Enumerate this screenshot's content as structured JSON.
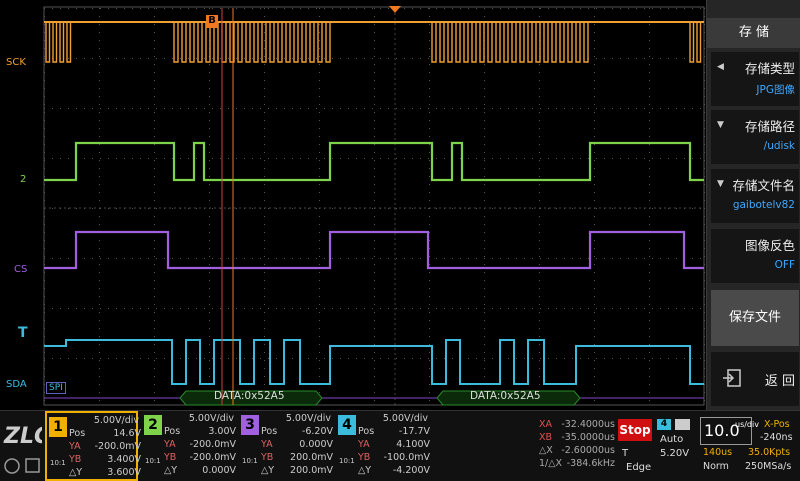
{
  "channels": [
    {
      "label": "SCK",
      "color": "#f0a030"
    },
    {
      "label": "2",
      "color": "#7ed34a"
    },
    {
      "label": "CS",
      "color": "#a060e0"
    },
    {
      "label": "SDA",
      "color": "#3cbcdc"
    }
  ],
  "trigger_label": "T",
  "cursor_label": "B",
  "bus": {
    "label": "SPI",
    "decodes": [
      "DATA:0x52A5",
      "DATA:0x52A5"
    ]
  },
  "menu": {
    "title": "存 储",
    "items": [
      {
        "label": "存储类型",
        "value": "JPG图像"
      },
      {
        "label": "存储路径",
        "value": "/udisk"
      },
      {
        "label": "存储文件名",
        "value": "gaibotelv82"
      },
      {
        "label": "图像反色",
        "value": "OFF"
      }
    ],
    "save": "保存文件",
    "back": "返 回"
  },
  "ch_info": [
    {
      "num": "1",
      "scale": "5.00V/div",
      "pos": "14.6V",
      "ya": "-200.0mV",
      "yb": "3.400V",
      "dy": "3.600V",
      "color": "#f0b000",
      "bw": "10:1"
    },
    {
      "num": "2",
      "scale": "5.00V/div",
      "pos": "3.00V",
      "ya": "-200.0mV",
      "yb": "-200.0mV",
      "dy": "0.000V",
      "color": "#7ed34a",
      "bw": "10:1"
    },
    {
      "num": "3",
      "scale": "5.00V/div",
      "pos": "-6.20V",
      "ya": "0.000V",
      "yb": "200.0mV",
      "dy": "200.0mV",
      "color": "#a060e0",
      "bw": "10:1"
    },
    {
      "num": "4",
      "scale": "5.00V/div",
      "pos": "-17.7V",
      "ya": "4.100V",
      "yb": "-100.0mV",
      "dy": "-4.200V",
      "color": "#3cbcdc",
      "bw": "10:1"
    }
  ],
  "cursors": {
    "xa": "-32.4000us",
    "xb": "-35.0000us",
    "dx": "-2.60000us",
    "freq": "-384.6kHz"
  },
  "run": {
    "state": "Stop",
    "trig_ch": "4",
    "mode": "Auto",
    "t_level": "5.20V",
    "type": "Edge"
  },
  "timebase": {
    "scale": "10.0",
    "unit": "us/div",
    "xpos_label": "X-Pos",
    "xpos": "-240ns",
    "mem": "140us",
    "pts": "35.0Kpts",
    "acq": "Norm",
    "rate": "250MSa/s"
  },
  "pos_label": "Pos",
  "ya_label": "YA",
  "yb_label": "YB",
  "dy_label": "△Y"
}
